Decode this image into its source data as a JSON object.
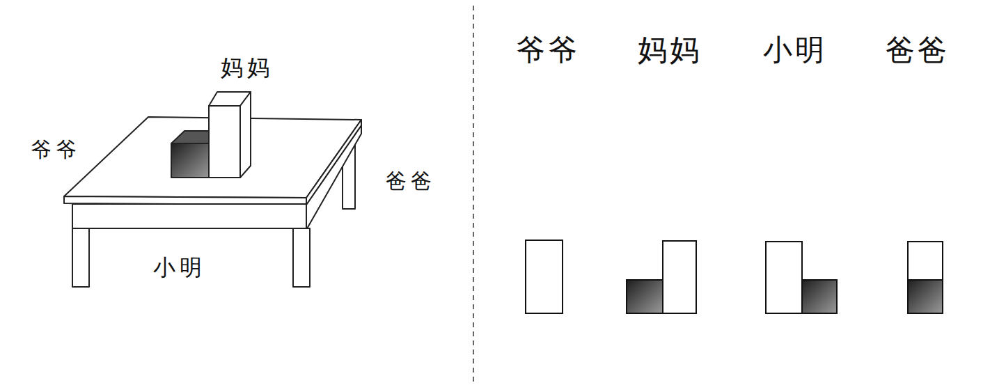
{
  "diagram": {
    "labels": [
      "妈妈",
      "爷爷",
      "爸爸",
      "小明",
      "爷爷",
      "妈妈",
      "小明",
      "爸爸"
    ]
  }
}
